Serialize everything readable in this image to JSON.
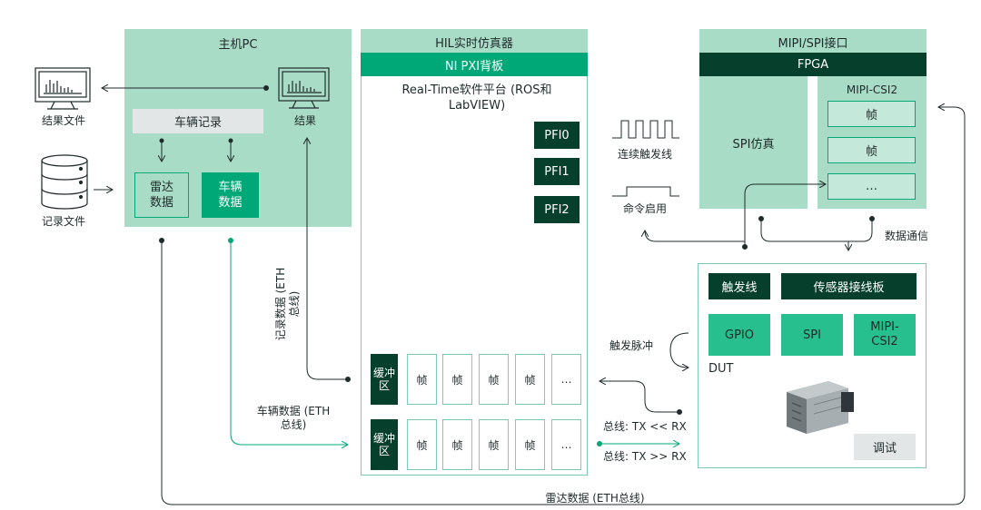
{
  "host_pc": {
    "title": "主机PC",
    "vehicle_log": "车辆记录",
    "radar_data": "雷达\n数据",
    "vehicle_data": "车辆\n数据",
    "result": "结果"
  },
  "left": {
    "result_files": "结果文件",
    "log_files": "记录文件"
  },
  "hil": {
    "title": "HIL实时仿真器",
    "subtitle": "NI PXI背板",
    "platform": "Real-Time软件平台 (ROS和\nLabVIEW)",
    "pfi": [
      "PFI0",
      "PFI1",
      "PFI2"
    ],
    "buffer_label": "缓冲\n区",
    "frame": "帧",
    "ellipsis": "…"
  },
  "mipi": {
    "title": "MIPI/SPI接口",
    "fpga": "FPGA",
    "spi_sim": "SPI仿真",
    "csi2_title": "MIPI-CSI2",
    "frames": [
      "帧",
      "帧",
      "…"
    ]
  },
  "signals": {
    "continuous_trigger": "连续触发线",
    "command_enable": "命令启用",
    "data_comm": "数据通信",
    "trigger_pulse": "触发脉冲",
    "bus_tx_rx": "总线: TX << RX",
    "bus_rx_tx": "总线: TX >> RX"
  },
  "dut": {
    "trigger_line": "触发线",
    "sensor_board": "传感器接线板",
    "gpio": "GPIO",
    "spi": "SPI",
    "mipi_csi2": "MIPI-\nCSI2",
    "label": "DUT",
    "debug": "调试"
  },
  "connections": {
    "log_data_eth": "记录数据 (ETH\n总线)",
    "vehicle_data_eth": "车辆数据 (ETH\n总线)",
    "radar_data_eth": "雷达数据 (ETH总线)"
  },
  "colors": {
    "panel": "#a8dcc7",
    "dark": "#063f2b",
    "accent": "#00a878",
    "bright": "#27bf8e"
  }
}
